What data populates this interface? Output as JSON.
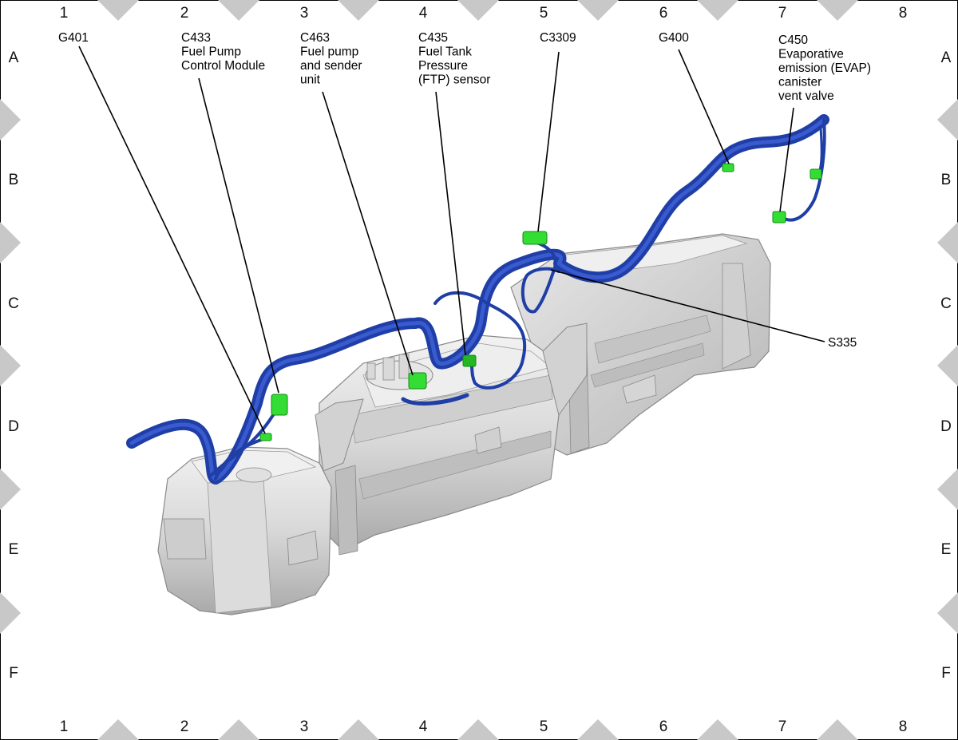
{
  "grid": {
    "columns": [
      "1",
      "2",
      "3",
      "4",
      "5",
      "6",
      "7",
      "8"
    ],
    "rows": [
      "A",
      "B",
      "C",
      "D",
      "E",
      "F"
    ]
  },
  "callouts": [
    {
      "id": "g401",
      "lines": [
        "G401"
      ]
    },
    {
      "id": "c433",
      "lines": [
        "C433",
        "Fuel Pump",
        "Control Module"
      ]
    },
    {
      "id": "c463",
      "lines": [
        "C463",
        "Fuel pump",
        "and sender",
        "unit"
      ]
    },
    {
      "id": "c435",
      "lines": [
        "C435",
        "Fuel Tank",
        "Pressure",
        "(FTP) sensor"
      ]
    },
    {
      "id": "c3309",
      "lines": [
        "C3309"
      ]
    },
    {
      "id": "g400",
      "lines": [
        "G400"
      ]
    },
    {
      "id": "c450",
      "lines": [
        "C450",
        "Evaporative",
        "emission (EVAP)",
        "canister",
        "vent valve"
      ]
    },
    {
      "id": "s335",
      "lines": [
        "S335"
      ]
    }
  ],
  "colors": {
    "harness": "#1f3ea6",
    "harness_highlight": "#3a5ad0",
    "connector": "#33dd33",
    "tank": "#d9d9d9",
    "tank_edge": "#8a8a8a",
    "frame_marker": "#c8c8c8"
  }
}
